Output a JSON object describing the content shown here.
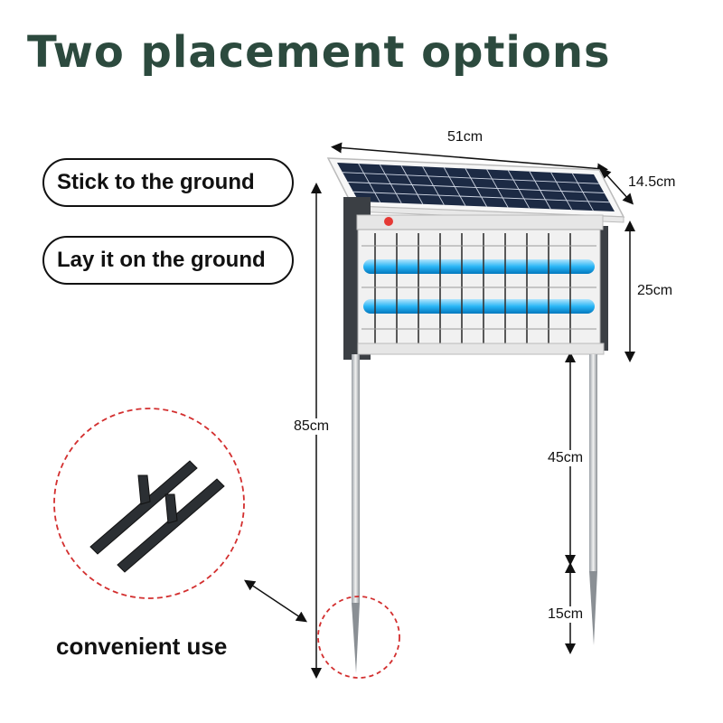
{
  "title": "Two placement options",
  "options": [
    {
      "label": "Stick to the ground"
    },
    {
      "label": "Lay it on the ground"
    }
  ],
  "caption": "convenient use",
  "dimensions": {
    "width": "51cm",
    "depth": "14.5cm",
    "height_body": "25cm",
    "total_height": "85cm",
    "pole_length": "45cm",
    "stake_length": "15cm"
  },
  "colors": {
    "title": "#2c4a3e",
    "uv_light": "#4fc3f7",
    "callout_circle": "#d32f2f",
    "solar_cell": "#1c2a44"
  },
  "icons": [
    "solar-panel",
    "bug-zapper",
    "ground-stake",
    "base-feet"
  ]
}
